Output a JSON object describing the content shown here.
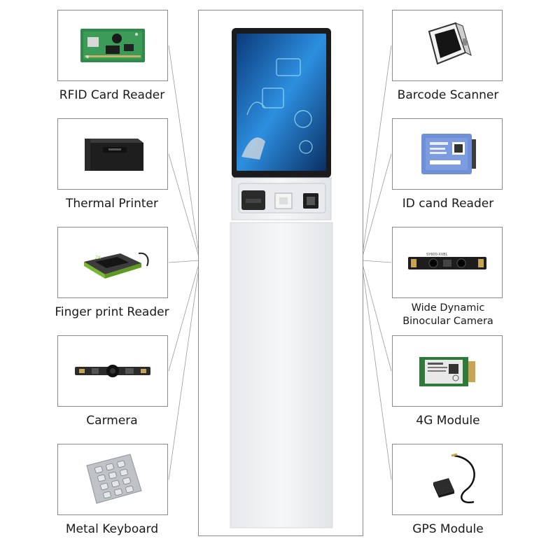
{
  "components_left": [
    {
      "label": "RFID Card Reader",
      "icon": "rfid-card-reader-icon"
    },
    {
      "label": "Thermal Printer",
      "icon": "thermal-printer-icon"
    },
    {
      "label": "Finger print Reader",
      "icon": "fingerprint-reader-icon"
    },
    {
      "label": "Carmera",
      "icon": "camera-module-icon"
    },
    {
      "label": "Metal Keyboard",
      "icon": "metal-keyboard-icon"
    }
  ],
  "components_right": [
    {
      "label": "Barcode Scanner",
      "icon": "barcode-scanner-icon"
    },
    {
      "label": "ID cand Reader",
      "icon": "id-card-reader-icon"
    },
    {
      "label_line1": "Wide Dynamic",
      "label_line2": "Binocular Camera",
      "icon": "binocular-camera-icon"
    },
    {
      "label": "4G Module",
      "icon": "4g-module-icon"
    },
    {
      "label": "GPS Module",
      "icon": "gps-module-icon"
    }
  ],
  "colors": {
    "border": "#8a8a8a",
    "kiosk_body": "#f1f2f4",
    "screen_bezel": "#1b1b1d",
    "screen_glow": "#3fa9f5"
  }
}
